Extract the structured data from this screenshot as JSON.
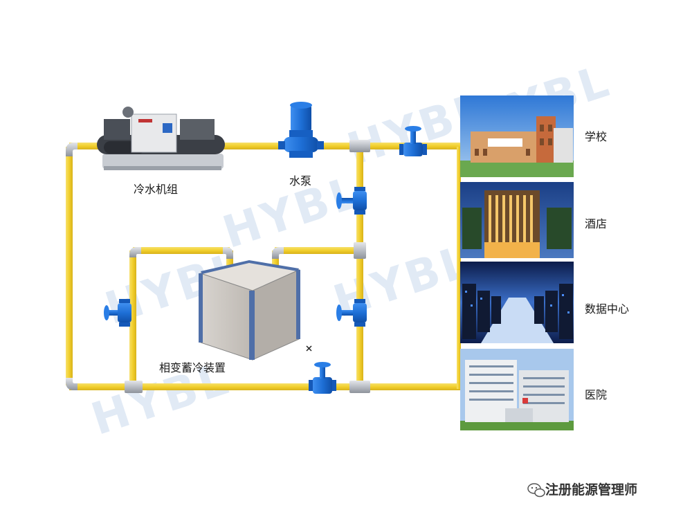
{
  "labels": {
    "chiller": "冷水机组",
    "pump": "水泵",
    "storage": "相变蓄冷装置",
    "school": "学校",
    "hotel": "酒店",
    "datacenter": "数据中心",
    "hospital": "医院"
  },
  "watermark": "HYBL",
  "footer": {
    "text": "注册能源管理师"
  },
  "colors": {
    "pipe": "#f2cf2c",
    "pipe_edge": "#d9b41c",
    "fitting": "#c9ccd1",
    "valve": "#1e6fd6"
  }
}
